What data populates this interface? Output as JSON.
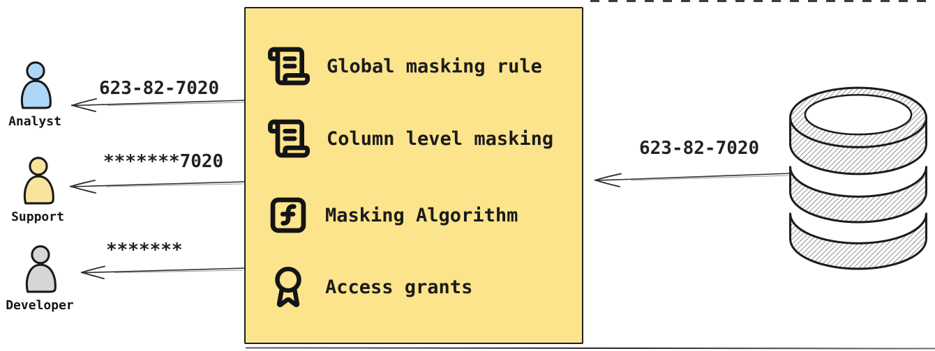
{
  "masking_box": {
    "fill": "#fbe48c",
    "border_color": "#1f1f1f",
    "items": [
      {
        "icon": "scroll-rule-icon",
        "label": "Global masking rule"
      },
      {
        "icon": "scroll-rule-icon",
        "label": "Column level masking"
      },
      {
        "icon": "function-square-icon",
        "label": "Masking Algorithm"
      },
      {
        "icon": "award-icon",
        "label": "Access grants"
      }
    ]
  },
  "consumers": [
    {
      "name": "Analyst",
      "fill": "#aed7f7",
      "received_value": "623-82-7020"
    },
    {
      "name": "Support",
      "fill": "#f9e39e",
      "received_value": "*******7020"
    },
    {
      "name": "Developer",
      "fill": "#d6d6d6",
      "received_value": "*******"
    }
  ],
  "source_database": {
    "sent_value": "623-82-7020"
  }
}
